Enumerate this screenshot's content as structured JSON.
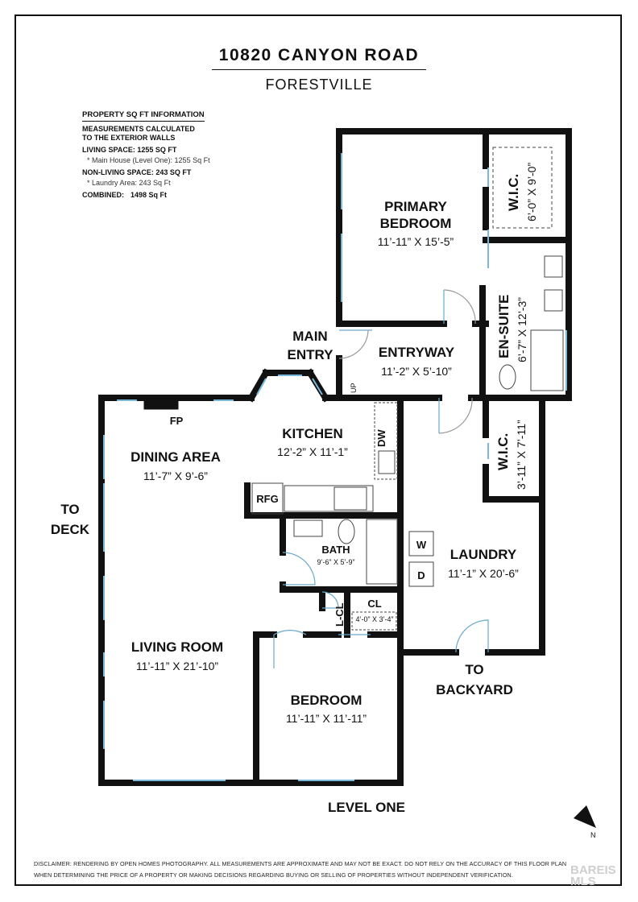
{
  "header": {
    "address": "10820 CANYON ROAD",
    "city": "FORESTVILLE"
  },
  "sqft_info": {
    "heading": "PROPERTY SQ FT INFORMATION",
    "note_line1": "MEASUREMENTS CALCULATED",
    "note_line2": "TO THE EXTERIOR WALLS",
    "living_label": "LIVING SPACE: 1255 SQ FT",
    "living_detail": "*   Main House (Level One):   1255 Sq Ft",
    "nonliving_label": "NON-LIVING SPACE: 243 SQ FT",
    "nonliving_detail": "*   Laundry Area:   243 Sq Ft",
    "combined_label": "COMBINED:",
    "combined_value": "1498  Sq Ft"
  },
  "rooms": {
    "primary_bedroom": {
      "name_line1": "PRIMARY",
      "name_line2": "BEDROOM",
      "dims": "11’-11” X 15’-5”"
    },
    "wic_primary": {
      "name": "W.I.C.",
      "dims": "6’-0” X 9’-0”"
    },
    "en_suite": {
      "name": "EN-SUITE",
      "dims": "6’-7” X 12’-3”"
    },
    "main_entry": {
      "line1": "MAIN",
      "line2": "ENTRY"
    },
    "entryway": {
      "name": "ENTRYWAY",
      "dims": "11’-2” X 5’-10”"
    },
    "kitchen": {
      "name": "KITCHEN",
      "dims": "12’-2” X 11’-1”"
    },
    "dining_area": {
      "name": "DINING AREA",
      "dims": "11’-7” X 9’-6”"
    },
    "wic_laundry": {
      "name": "W.I.C.",
      "dims": "3’-11” X 7’-11”"
    },
    "bath": {
      "name": "BATH",
      "dims": "9’-6” X 5’-9”"
    },
    "laundry": {
      "name": "LAUNDRY",
      "dims": "11’-1” X 20’-6”"
    },
    "closet": {
      "name": "CL",
      "dims": "4’-0” X 3’-4”"
    },
    "linen_closet": {
      "name": "L-CL"
    },
    "living_room": {
      "name": "LIVING ROOM",
      "dims": "11’-11” X 21’-10”"
    },
    "bedroom": {
      "name": "BEDROOM",
      "dims": "11’-11” X 11’-11”"
    }
  },
  "fixtures": {
    "fireplace": "FP",
    "refrigerator": "RFG",
    "dishwasher": "DW",
    "washer": "W",
    "dryer": "D",
    "stairs_up": "UP"
  },
  "exterior": {
    "to_deck_line1": "TO",
    "to_deck_line2": "DECK",
    "to_backyard_line1": "TO",
    "to_backyard_line2": "BACKYARD"
  },
  "level_label": "LEVEL ONE",
  "compass_label": "N",
  "disclaimer_line1": "DISCLAIMER: RENDERING BY OPEN HOMES PHOTOGRAPHY. ALL MEASUREMENTS ARE APPROXIMATE AND MAY NOT BE EXACT. DO NOT RELY ON THE ACCURACY OF THIS FLOOR PLAN",
  "disclaimer_line2": "WHEN DETERMINING THE PRICE OF A PROPERTY OR MAKING DECISIONS REGARDING BUYING OR SELLING OF PROPERTIES WITHOUT INDEPENDENT VERIFICATION.",
  "watermark": "BAREIS MLS",
  "colors": {
    "wall": "#111111",
    "window": "#7ab8d9",
    "door": "#6aa9cc"
  }
}
